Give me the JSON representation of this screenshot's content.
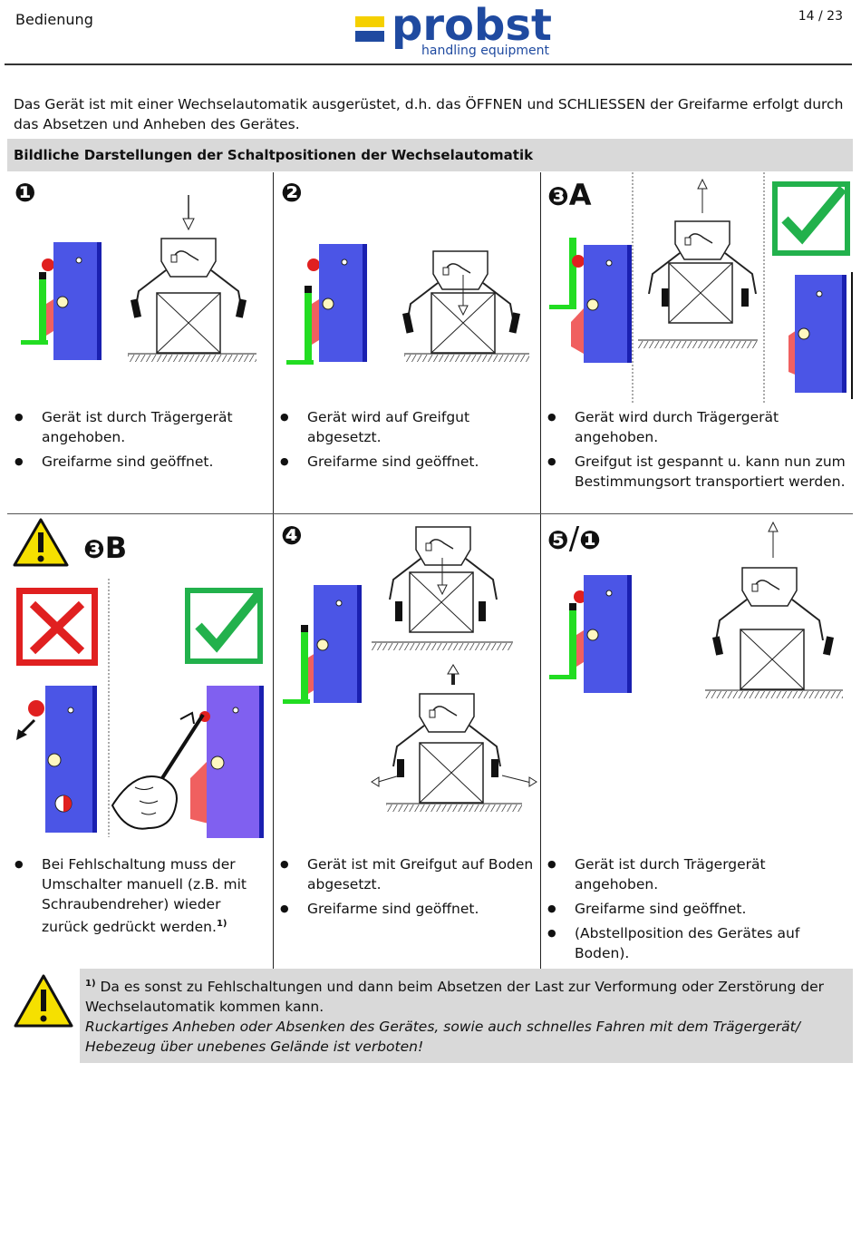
{
  "header": {
    "section": "Bedienung",
    "page": "14 / 23"
  },
  "logo": {
    "word": "probst",
    "sub": "handling equipment"
  },
  "intro": "Das Gerät ist mit einer Wechselautomatik ausgerüstet, d.h. das ÖFFNEN und SCHLIESSEN der Greifarme erfolgt durch das Absetzen und Anheben des Gerätes.",
  "banner": "Bildliche Darstellungen der Schaltpositionen der Wechselautomatik",
  "cells": [
    {
      "num": "❶",
      "bullets": [
        "Gerät ist durch Trägergerät angehoben.",
        "Greifarme sind geöffnet."
      ]
    },
    {
      "num": "❷",
      "bullets": [
        "Gerät wird auf Greifgut abgesetzt.",
        "Greifarme sind geöffnet."
      ]
    },
    {
      "num": "❸",
      "suffix": "A",
      "bullets": [
        "Gerät wird durch Trägergerät angehoben.",
        "Greifgut ist gespannt u. kann nun zum Bestimmungsort transportiert werden."
      ]
    },
    {
      "num": "❸",
      "suffix": "B",
      "bullets": [
        "Bei Fehlschaltung muss der Umschalter manuell (z.B. mit Schraubendreher) wieder zurück gedrückt werden."
      ],
      "footref": "1)"
    },
    {
      "num": "❹",
      "bullets": [
        "Gerät ist mit Greifgut auf Boden abgesetzt.",
        "Greifarme sind geöffnet."
      ]
    },
    {
      "num": "❺",
      "slash": "/",
      "num2": "❶",
      "bullets": [
        "Gerät ist durch Trägergerät angehoben.",
        "Greifarme sind geöffnet.",
        "(Abstellposition des Gerätes auf Boden)."
      ]
    }
  ],
  "note": {
    "ref": "1)",
    "text": "Da es sonst zu Fehlschaltungen und dann beim Absetzen der Last zur Verformung oder Zerstörung der Wechselautomatik kommen kann.",
    "italic": "Ruckartiges Anheben oder Absenken des Gerätes, sowie auch schnelles Fahren mit dem Trägergerät/ Hebezeug über unebenes Gelände ist verboten!"
  },
  "colors": {
    "brand_blue": "#1f4aa0",
    "brand_yellow": "#f5d000",
    "switch_blue": "#4b55e6",
    "ok_green": "#22b14c",
    "error_red": "#e02020"
  }
}
